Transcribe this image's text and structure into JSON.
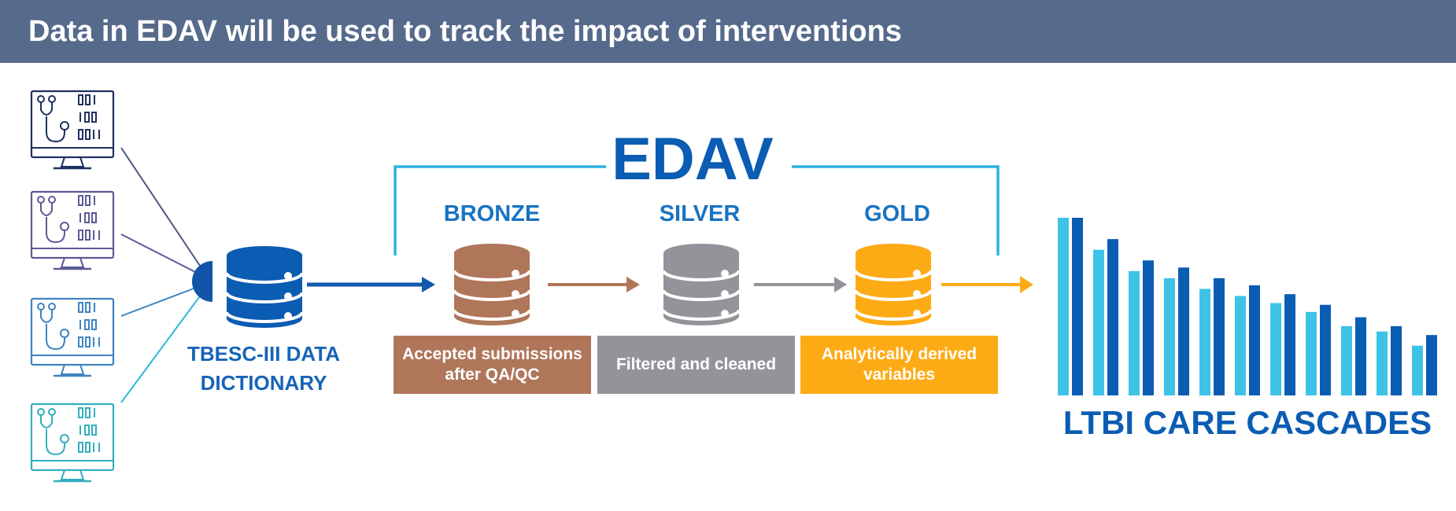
{
  "header": {
    "title": "Data in EDAV will be used to track the impact of interventions"
  },
  "edav": {
    "title": "EDAV",
    "tiers": [
      {
        "name": "BRONZE",
        "description": "Accepted submissions after QA/QC"
      },
      {
        "name": "SILVER",
        "description": "Filtered and cleaned"
      },
      {
        "name": "GOLD",
        "description": "Analytically derived variables"
      }
    ]
  },
  "data_dictionary": {
    "label": "TBESC-III DATA DICTIONARY"
  },
  "cascade": {
    "label": "LTBI CARE CASCADES",
    "bars": [
      {
        "light": 100,
        "dark": 100
      },
      {
        "light": 82,
        "dark": 88
      },
      {
        "light": 70,
        "dark": 76
      },
      {
        "light": 66,
        "dark": 72
      },
      {
        "light": 60,
        "dark": 66
      },
      {
        "light": 56,
        "dark": 62
      },
      {
        "light": 52,
        "dark": 57
      },
      {
        "light": 47,
        "dark": 51
      },
      {
        "light": 39,
        "dark": 44
      },
      {
        "light": 36,
        "dark": 39
      },
      {
        "light": 28,
        "dark": 34
      }
    ]
  },
  "colors": {
    "header": "#566a8b",
    "edav_blue": "#0b5cb3",
    "bracket": "#2db1e0",
    "bronze": "#b0765a",
    "silver": "#939499",
    "gold": "#fdab15",
    "cascade_light": "#3ec3e6",
    "cascade_dark": "#0b5cb3"
  },
  "icons": [
    "monitor-stethoscope-icon",
    "database-icon"
  ]
}
